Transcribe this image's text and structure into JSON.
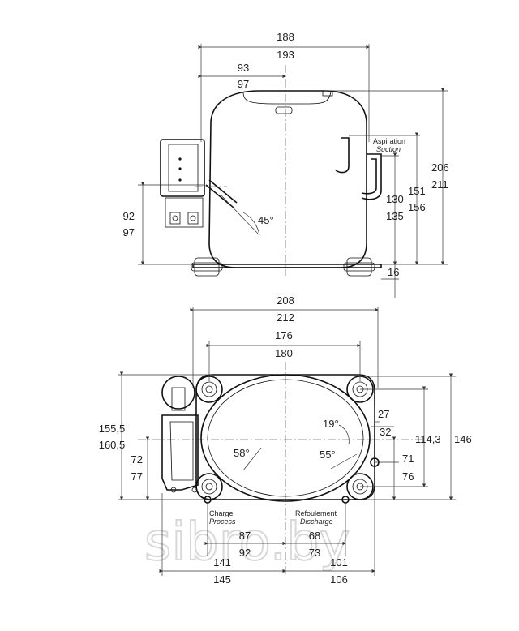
{
  "top_view": {
    "dims_width": [
      "188",
      "193"
    ],
    "dims_half": [
      "93",
      "97"
    ],
    "dims_height": [
      "206",
      "211"
    ],
    "dims_suction_height": [
      "151",
      "156"
    ],
    "dims_suction_low": [
      "130",
      "135"
    ],
    "dims_terminal_height": [
      "92",
      "97"
    ],
    "dim_base": "16",
    "angle": "45°",
    "suction_label": "Aspiration",
    "suction_label_en": "Suction"
  },
  "bottom_view": {
    "dims_width": [
      "208",
      "212"
    ],
    "dims_mount": [
      "176",
      "180"
    ],
    "dims_left_height": [
      "155,5",
      "160,5"
    ],
    "dims_left_mid": [
      "72",
      "77"
    ],
    "dims_right_height": [
      "114,3",
      "146"
    ],
    "dim_27": "27",
    "dim_32": "32",
    "dims_right_mid": [
      "71",
      "76"
    ],
    "angle_19": "19°",
    "angle_55": "55°",
    "angle_58": "58°",
    "charge_label": "Charge",
    "charge_label_en": "Process",
    "discharge_label": "Refoulement",
    "discharge_label_en": "Discharge",
    "dims_charge": [
      "87",
      "92"
    ],
    "dims_discharge": [
      "68",
      "73"
    ],
    "dims_left_bottom": [
      "141",
      "145"
    ],
    "dims_right_bottom": [
      "101",
      "106"
    ]
  },
  "watermark": "sibro.by"
}
